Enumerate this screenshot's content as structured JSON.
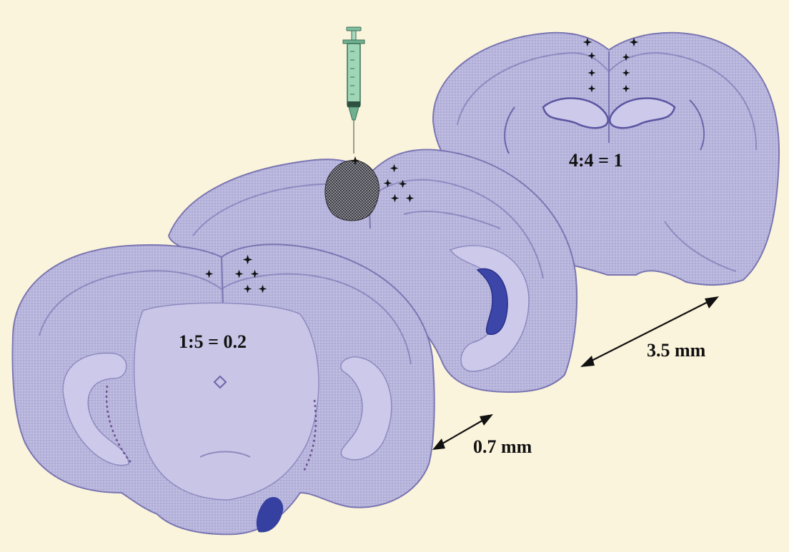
{
  "labels": {
    "ratio_back": "4:4 = 1",
    "ratio_front": "1:5 = 0.2",
    "distance_far": "3.5 mm",
    "distance_near": "0.7 mm"
  },
  "colors": {
    "background": "#fbf4dc",
    "tissue": "#b8b5dc",
    "tissue_edge": "#6f6aa8",
    "tissue_dark": "#4a3f95",
    "ventricle": "#3b46a8",
    "injection_site": "#4a4a52",
    "syringe_body": "#8fc9a8",
    "marker": "#111111"
  },
  "icons": {
    "syringe": "syringe-icon",
    "marker": "star-marker-icon"
  }
}
